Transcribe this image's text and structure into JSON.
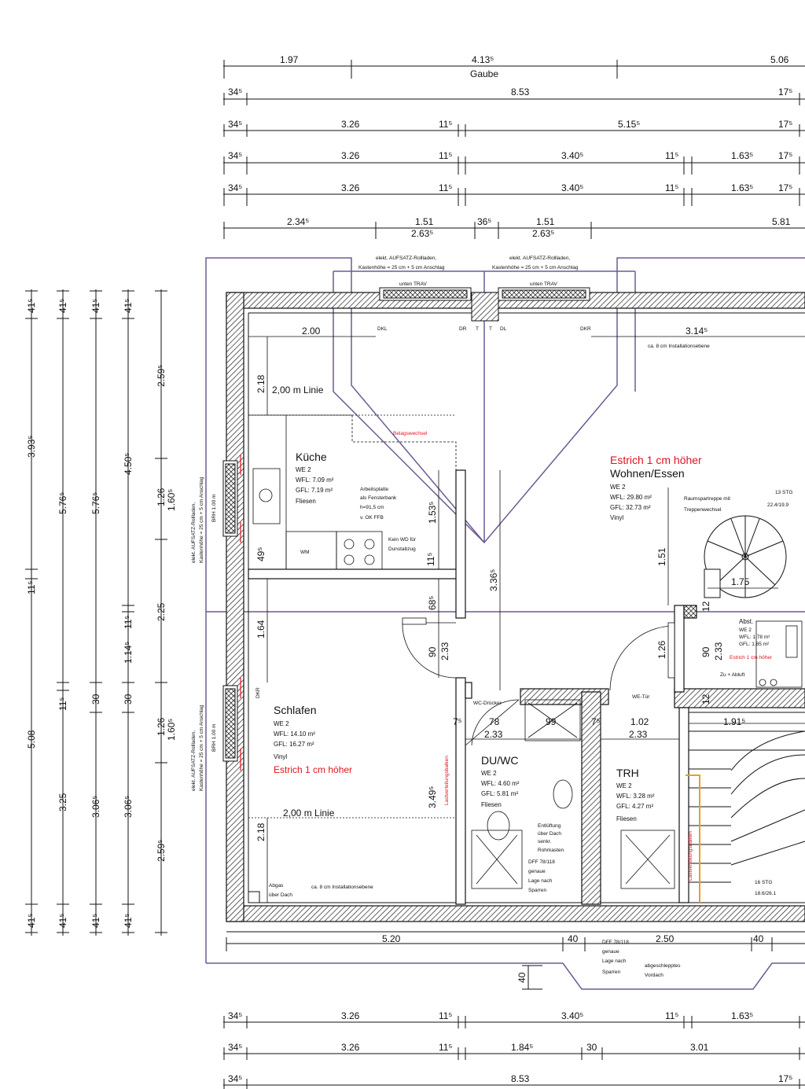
{
  "top_dimensions": {
    "row1": [
      "1.97",
      "4.13⁵",
      "5.06"
    ],
    "gaube": "Gaube",
    "row2": [
      "34⁵",
      "8.53",
      "17⁵"
    ],
    "row3": [
      "34⁵",
      "3.26",
      "11⁵",
      "5.15⁵",
      "17⁵"
    ],
    "row4": [
      "34⁵",
      "3.26",
      "11⁵",
      "3.40⁵",
      "11⁵",
      "1.63⁵",
      "17⁵"
    ],
    "row5": [
      "34⁵",
      "3.26",
      "11⁵",
      "3.40⁵",
      "11⁵",
      "1.63⁵",
      "17⁵"
    ],
    "row6": [
      "2.34⁵",
      "1.51",
      "2.63⁵",
      "36⁵",
      "1.51",
      "2.63⁵",
      "5.81"
    ]
  },
  "left_dimensions": {
    "col1": [
      "41⁵",
      "3.93⁵",
      "11⁵",
      "5.08",
      "41⁵"
    ],
    "col2": [
      "41⁵",
      "5.76⁵",
      "11⁵",
      "3.25",
      "41⁵"
    ],
    "col3": [
      "41⁵",
      "5.76⁵",
      "30",
      "3.06⁵",
      "41⁵"
    ],
    "col4": [
      "41⁵",
      "4.50⁵",
      "1.14⁵",
      "11⁵",
      "30",
      "3.06⁵",
      "41⁵"
    ],
    "col5": [
      "2.59⁵",
      "1.26",
      "1.60⁵",
      "2.25",
      "1.26",
      "1.60⁵",
      "2.59⁵"
    ]
  },
  "bottom_dimensions": {
    "row1": [
      "5.20",
      "40",
      "2.50",
      "40"
    ],
    "row2": [
      "34⁵",
      "3.26",
      "11⁵",
      "3.40⁵",
      "11⁵",
      "1.63⁵"
    ],
    "row3": [
      "34⁵",
      "3.26",
      "11⁵",
      "1.84⁵",
      "30",
      "3.01"
    ],
    "row4": [
      "34⁵",
      "8.53",
      "17⁵"
    ],
    "overhang": "40"
  },
  "windows_top": {
    "label1_line1": "elekt. AUFSATZ-Rollladen,",
    "label1_line2": "Kastenhöhe = 25 cm + 5 cm Anschlag",
    "label2_line1": "elekt. AUFSATZ-Rollladen,",
    "label2_line2": "Kastenhöhe = 25 cm + 5 cm Anschlag",
    "trav1": "unten TRAV",
    "trav2": "unten TRAV",
    "marks": [
      "DKL",
      "DR",
      "T",
      "T",
      "DL",
      "DKR"
    ]
  },
  "windows_left": {
    "k_label1": "elekt. AUFSATZ-Rollladen,",
    "k_label2": "Kastenhöhe = 25 cm + 5 cm Anschlag",
    "k_brh": "BRH 1.00 m",
    "s_label1": "elekt. AUFSATZ-Rollladen,",
    "s_label2": "Kastenhöhe = 25 cm + 5 cm Anschlag",
    "s_brh": "BRH 1.00 m",
    "dkr": "DKR"
  },
  "inner_dimensions": {
    "d200": "2.00",
    "d314": "3.14⁵",
    "install_top": "ca. 8 cm Installationsebene",
    "d218a": "2.18",
    "linie_a": "2,00 m Linie",
    "d153": "1.53⁵",
    "d49": "49⁵",
    "d11": "11⁵",
    "d68": "68⁵",
    "d336": "3.36⁵",
    "d164": "1.64",
    "d90a": "90",
    "d233a": "2.33",
    "d151": "1.51",
    "d175": "1.75",
    "d12a": "12",
    "d126": "1.26",
    "d90b": "90",
    "d233b": "2.33",
    "d12b": "12",
    "d7a": "7⁵",
    "d78": "78",
    "d233c": "2.33",
    "d7b": "7⁵",
    "d102": "1.02",
    "d233d": "2.33",
    "d191": "1.91⁵",
    "d349": "3.49⁵",
    "d218b": "2.18",
    "linie_b": "2,00 m Linie",
    "install_bottom": "ca. 8 cm Installationsebene",
    "d99": "99"
  },
  "rooms": {
    "kueche": {
      "name": "Küche",
      "we": "WE 2",
      "wfl": "WFL: 7.09 m²",
      "gfl": "GFL: 7.19 m²",
      "floor": "Fliesen"
    },
    "wohnen": {
      "note": "Estrich 1 cm höher",
      "name": "Wohnen/Essen",
      "we": "WE 2",
      "wfl": "WFL: 29.80 m²",
      "gfl": "GFL: 32.73 m²",
      "floor": "Vinyl"
    },
    "schlafen": {
      "name": "Schlafen",
      "we": "WE 2",
      "wfl": "WFL: 14.10 m²",
      "gfl": "GFL: 16.27 m²",
      "floor": "Vinyl",
      "note": "Estrich 1 cm höher"
    },
    "duwc": {
      "name": "DU/WC",
      "we": "WE 2",
      "wfl": "WFL: 4.60 m²",
      "gfl": "GFL: 5.81 m²",
      "floor": "Fliesen"
    },
    "trh": {
      "name": "TRH",
      "we": "WE 2",
      "wfl": "WFL: 3.28 m²",
      "gfl": "GFL: 4.27 m²",
      "floor": "Fliesen"
    },
    "abst": {
      "name": "Abst.",
      "we": "WE 2",
      "wfl": "WFL: 1.78 m²",
      "gfl": "GFL: 1.85 m²",
      "note": "Estrich 1 cm höher",
      "zuabluft": "Zu + Abluft"
    }
  },
  "annotations": {
    "belagswechsel": "Belagswechsel",
    "arbeitsplatte": [
      "Arbeitsplatte",
      "als Fensterbank",
      "h=91,5 cm",
      "v. OK FFB"
    ],
    "wm": "WM",
    "kein_wd": [
      "Kein WD für",
      "Dunstabzug"
    ],
    "raumspartreppe": [
      "Raumspartreppe mit",
      "Treppenwechsel"
    ],
    "stg13": [
      "13 STG",
      "22.4/19.9"
    ],
    "stg16": [
      "16 STG",
      "18.6/26.1"
    ],
    "we_tuer": "WE-Tür",
    "wc_druecker": "WC-Drücker",
    "lastverteilung": "Lastverteilungsbalken",
    "lastverteilung2": "Lastverteilungsbalken",
    "entlueftung": [
      "Entlüftung",
      "über Dach",
      "senkr.",
      "Rohrkasten"
    ],
    "dff1": [
      "DFF 78/118",
      "genaue",
      "Lage nach",
      "Sparren"
    ],
    "dff2": [
      "DFF 78/118",
      "genaue",
      "Lage nach",
      "Sparren"
    ],
    "vordach": [
      "abgeschlepptes",
      "Vordach"
    ],
    "abgas": [
      "Abgas",
      "über Dach"
    ]
  },
  "colors": {
    "lines": "#111111",
    "purple": "#6e5a96",
    "red": "#e0141e",
    "hatch": "#222222",
    "yellow": "#e8a020"
  }
}
